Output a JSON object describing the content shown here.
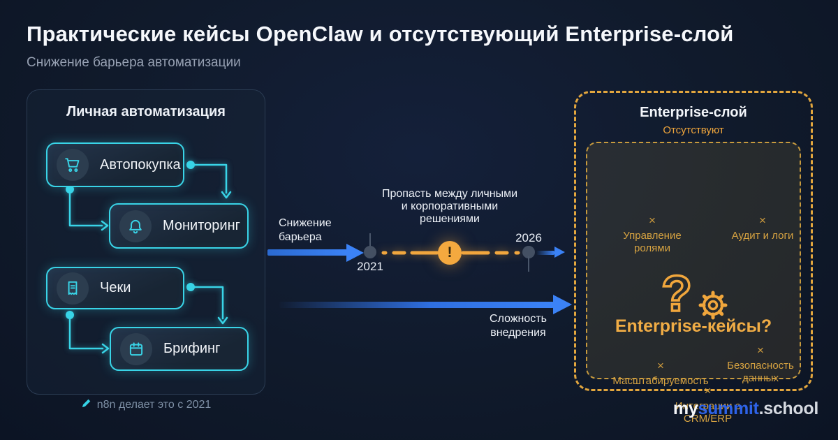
{
  "header": {
    "title": "Практические кейсы OpenClaw и отсутствующий Enterprise-слой",
    "subtitle": "Снижение барьера автоматизации"
  },
  "left_panel": {
    "title": "Личная автоматизация",
    "nodes": [
      {
        "icon": "cart-icon",
        "label": "Автопокупка"
      },
      {
        "icon": "bell-icon",
        "label": "Мониторинг"
      },
      {
        "icon": "receipt-icon",
        "label": "Чеки"
      },
      {
        "icon": "calendar-icon",
        "label": "Брифинг"
      }
    ],
    "footnote": "n8n делает это с 2021"
  },
  "flow": {
    "barrier_label": "Снижение барьера",
    "gap_lines": [
      "Пропасть между личными",
      "и корпоративными",
      "решениями"
    ],
    "year_start": "2021",
    "year_end": "2026",
    "alert_symbol": "!",
    "complexity_label": "Сложность внедрения"
  },
  "right_panel": {
    "title": "Enterprise-слой",
    "subtitle": "Отсутствуют",
    "question_symbol": "?",
    "center_label": "Enterprise-кейсы?",
    "cross_symbol": "×",
    "missing_items": [
      {
        "label": "Управление ролями"
      },
      {
        "label": "Аудит и логи"
      },
      {
        "label": "Масштабируемость"
      },
      {
        "label": "Безопасность данных"
      },
      {
        "label": "Интеграции с CRM/ERP"
      }
    ]
  },
  "footer": {
    "logo_part1": "my",
    "logo_part2": "summit",
    "logo_part3": ".school"
  },
  "colors": {
    "background": "#101a2b",
    "accent_cyan": "#39d4e7",
    "accent_orange": "#f2a73e",
    "accent_blue": "#3b82f6",
    "gold_text": "#d7a341"
  }
}
